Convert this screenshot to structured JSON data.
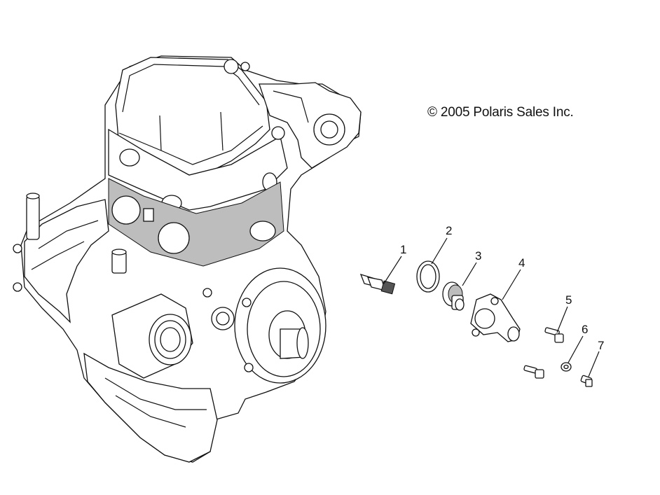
{
  "copyright": "© 2005 Polaris Sales Inc.",
  "callouts": [
    {
      "id": "1",
      "label": "1"
    },
    {
      "id": "2",
      "label": "2"
    },
    {
      "id": "3",
      "label": "3"
    },
    {
      "id": "4",
      "label": "4"
    },
    {
      "id": "5",
      "label": "5"
    },
    {
      "id": "6",
      "label": "6"
    },
    {
      "id": "7",
      "label": "7"
    }
  ]
}
